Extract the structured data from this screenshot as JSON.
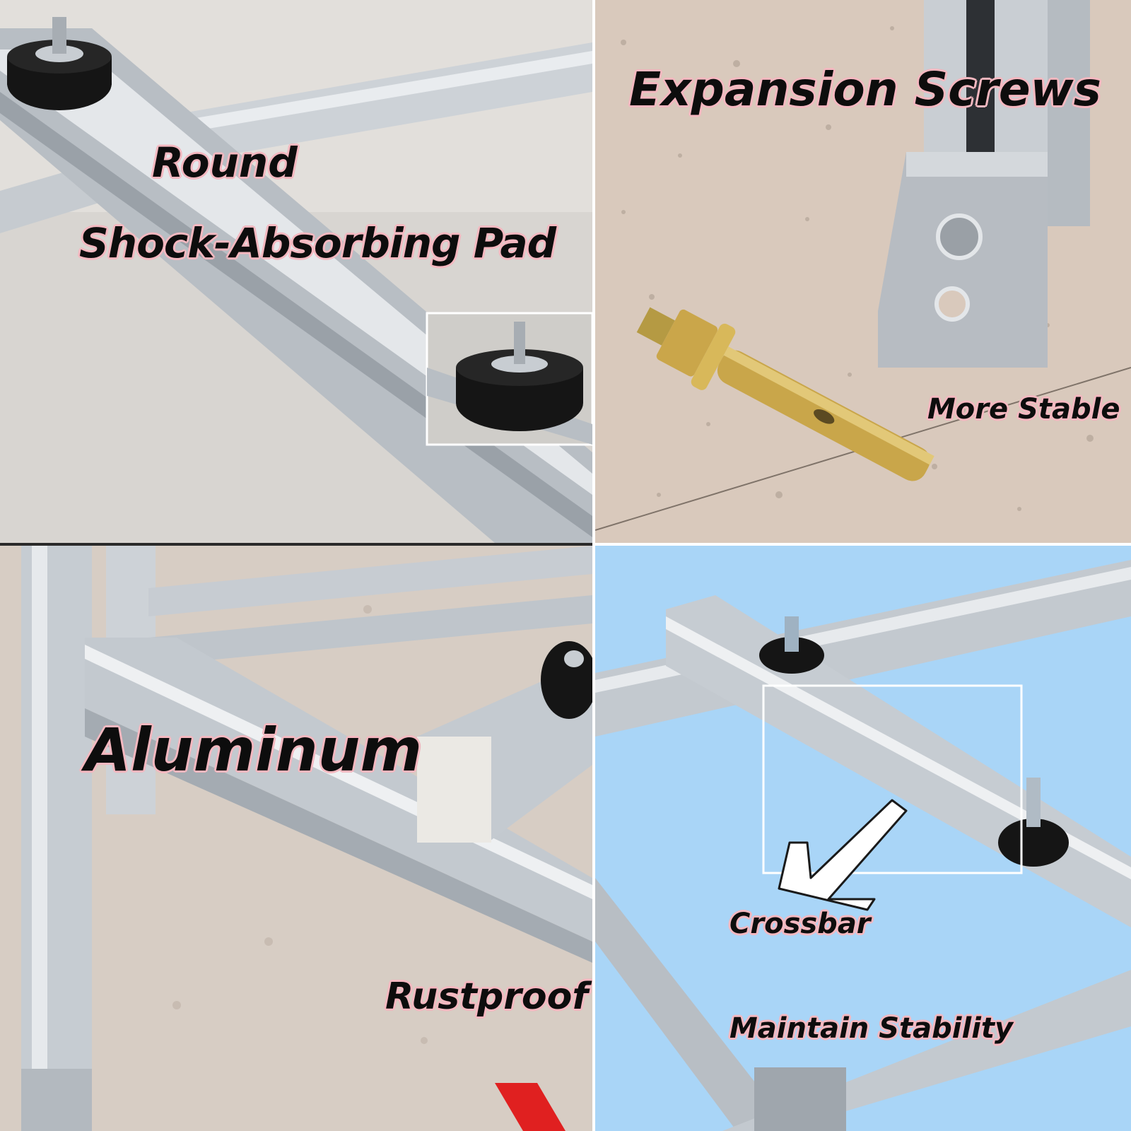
{
  "panels": {
    "top_left": {
      "label_line1": "Round",
      "label_line2": "Shock-Absorbing Pad"
    },
    "top_right": {
      "title": "Expansion Screws",
      "caption": "More Stable"
    },
    "bottom_left": {
      "title": "Aluminum",
      "caption": "Rustproof"
    },
    "bottom_right": {
      "caption1": "Crossbar",
      "caption2": "Maintain Stability"
    }
  },
  "colors": {
    "label_text": "#0d0d0d",
    "label_glow": "#f4b8c0",
    "aluminum": "#c9ced3",
    "sky_blue": "#a9d5f7",
    "granite": "#d9c9bc",
    "rubber": "#151515",
    "brass": "#c9a64a"
  }
}
